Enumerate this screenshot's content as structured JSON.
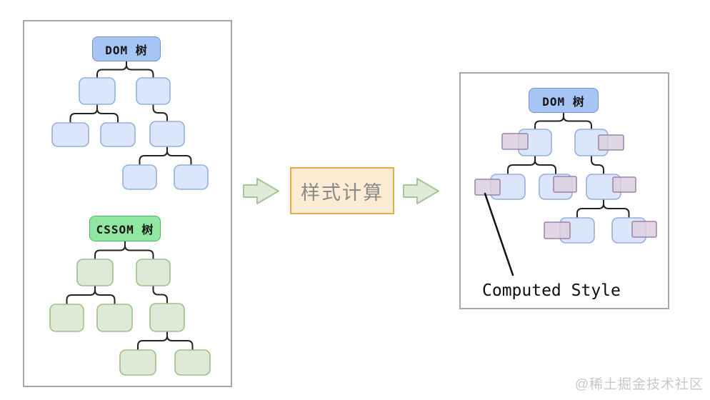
{
  "left_panel": {
    "dom_tree_label": "DOM 树",
    "cssom_tree_label": "CSSOM 树"
  },
  "process": {
    "label": "样式计算"
  },
  "right_panel": {
    "dom_tree_label": "DOM 树",
    "annotation": "Computed Style"
  },
  "watermark": "@稀土掘金技术社区",
  "colors": {
    "dom_label_fill": "#a6c4f4",
    "dom_label_border": "#6e92d8",
    "dom_node_fill": "#dbe6fa",
    "dom_node_border": "#93afdf",
    "cssom_label_fill": "#8fe7a0",
    "cssom_label_border": "#4eb465",
    "cssom_node_fill": "#dfe9d7",
    "cssom_node_border": "#9cc186",
    "computed_chip_fill": "#dccfde",
    "computed_chip_border": "#9c82aa",
    "process_box_fill": "#fcecd3",
    "process_box_border": "#e9aa4a",
    "process_text": "#8a8a8a",
    "arrow_fill": "#deebd7",
    "arrow_border": "#a6c59a",
    "tree_edge": "#222222",
    "panel_border": "#a7a7a7",
    "watermark_text": "#c8c8c8"
  }
}
